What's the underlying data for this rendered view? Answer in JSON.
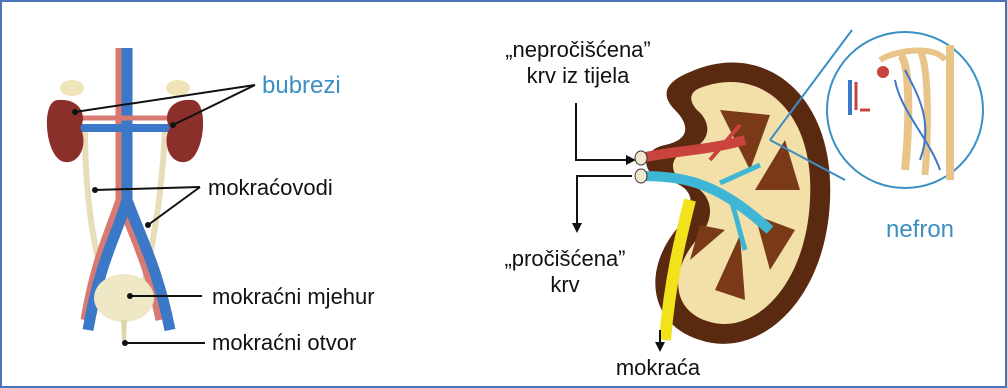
{
  "labels": {
    "bubrezi": "bubrezi",
    "mokracovodi": "mokraćovodi",
    "mokracni_mjehur": "mokraćni mjehur",
    "mokracni_otvor": "mokraćni otvor",
    "neprociscena_1": "„nepročišćena”",
    "neprociscena_2": "krv iz tijela",
    "prociscena_1": "„pročišćena”",
    "prociscena_2": "krv",
    "mokraca": "mokraća",
    "nefron": "nefron"
  },
  "colors": {
    "frame": "#4a73b8",
    "accent_label": "#3a8fc4",
    "vein": "#3b78c8",
    "artery": "#c8443c",
    "kidney": "#8b2f2a",
    "bladder": "#efe8c6",
    "ureter": "#e9ddb8",
    "urine": "#f2e21c",
    "cortex_outer": "#5a2a10",
    "cortex_inner": "#f3dfa8",
    "nephron_tubule": "#e8c489"
  }
}
